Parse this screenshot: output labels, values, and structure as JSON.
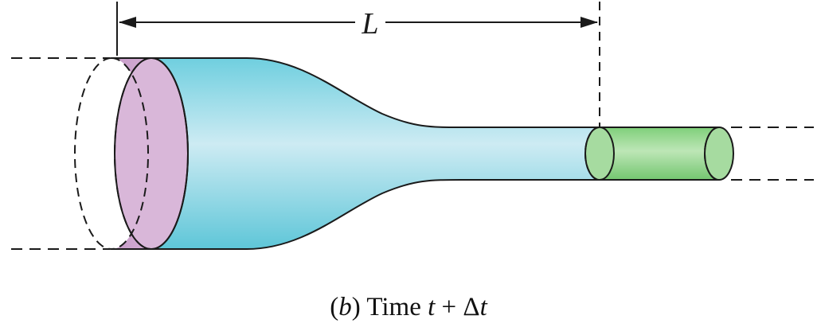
{
  "dimension": {
    "label": "L"
  },
  "caption": {
    "open_paren": "(",
    "panel_letter": "b",
    "close_paren": ")",
    "time_word": "Time",
    "time_var": "t",
    "plus": "+",
    "delta_symbol": "Δ",
    "delta_var": "t"
  },
  "colors": {
    "fluid_body": "#bfe6ef",
    "fluid_edge": "#5fc7d8",
    "inlet_slab": "#d6b1d6",
    "inlet_slab_dark": "#b47fb6",
    "outlet_slab": "#9fd79a",
    "outlet_slab_light": "#b9e3b2",
    "stroke": "#1a1a1a"
  }
}
